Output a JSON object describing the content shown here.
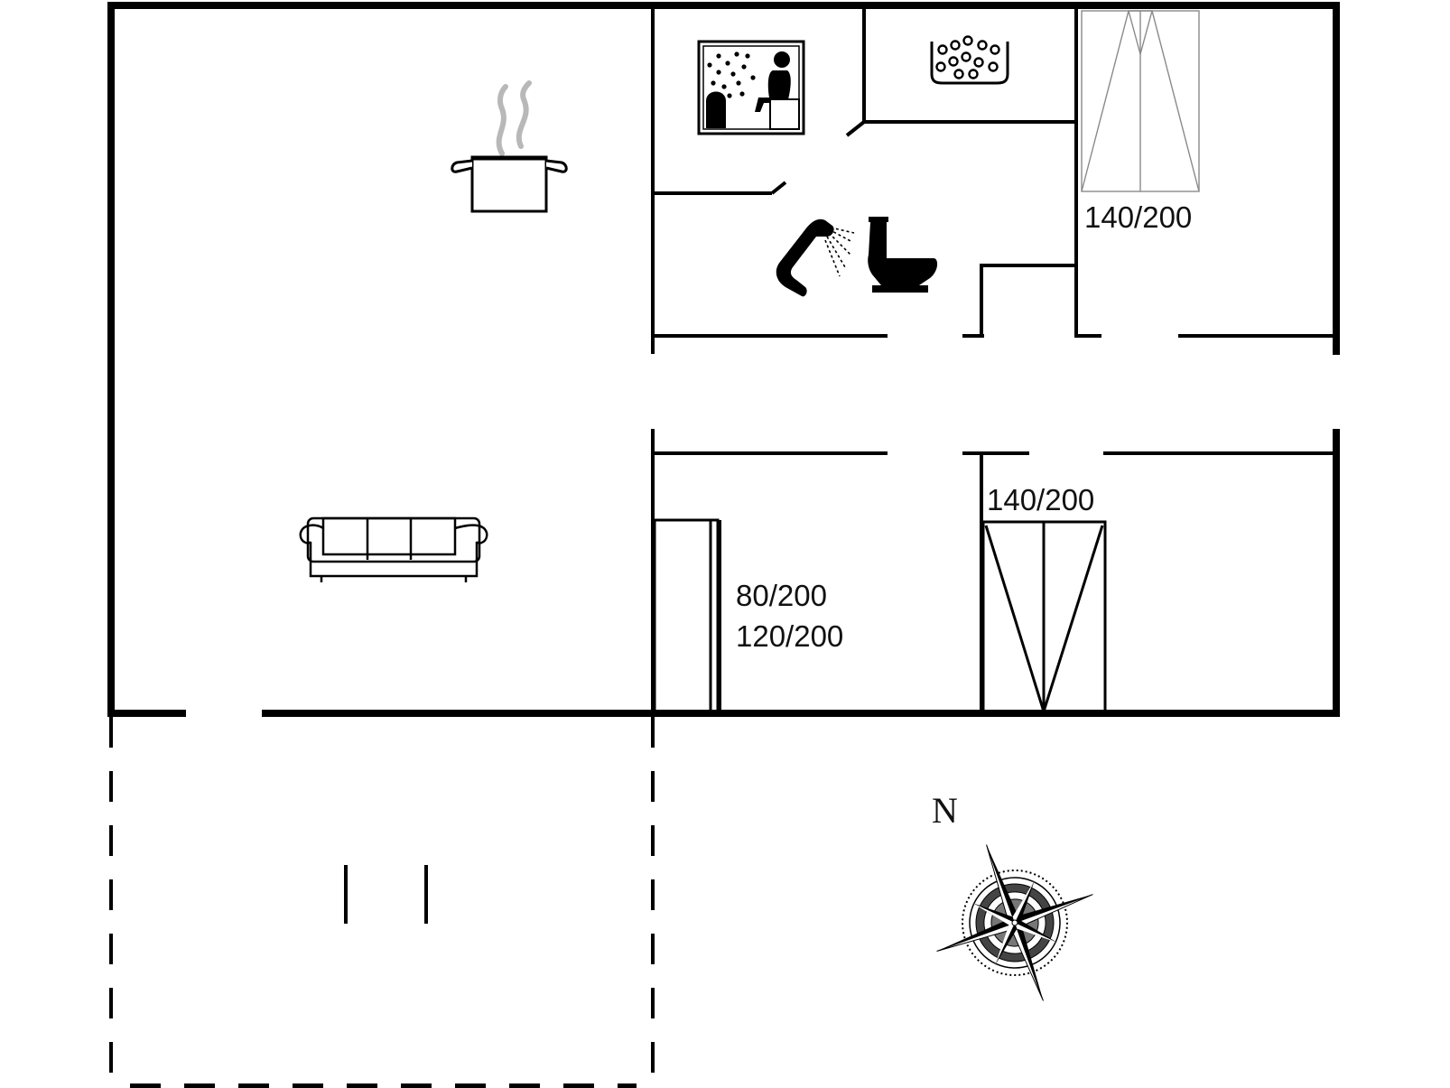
{
  "plan": {
    "labels": {
      "bed_top_right": "140/200",
      "bed_bottom_right": "140/200",
      "bed_bottom_middle_a": "80/200",
      "bed_bottom_middle_b": "120/200"
    },
    "compass": {
      "letter": "N"
    },
    "icons": [
      "kitchen-pot-icon",
      "sofa-icon",
      "sauna-icon",
      "whirlpool-icon",
      "shower-icon",
      "toilet-icon",
      "compass-rose-icon"
    ],
    "colors": {
      "line": "#000000",
      "steam": "#b8b8b8",
      "background": "#ffffff"
    }
  }
}
